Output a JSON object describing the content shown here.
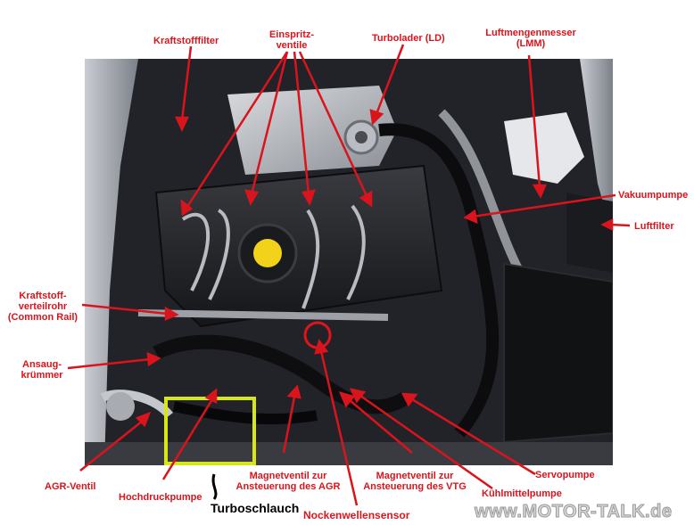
{
  "labels": {
    "kraftstofffilter": "Kraftstofffilter",
    "einspritzventile_1": "Einspritz-",
    "einspritzventile_2": "ventile",
    "turbolader": "Turbolader (LD)",
    "lmm_1": "Luftmengenmesser",
    "lmm_2": "(LMM)",
    "vakuumpumpe": "Vakuumpumpe",
    "luftfilter": "Luftfilter",
    "rail_1": "Kraftstoff-",
    "rail_2": "verteilrohr",
    "rail_3": "(Common Rail)",
    "ansaug_1": "Ansaug-",
    "ansaug_2": "krümmer",
    "agr_ventil": "AGR-Ventil",
    "hochdruckpumpe": "Hochdruckpumpe",
    "turboschlauch": "Turboschlauch",
    "mv_agr_1": "Magnetventil zur",
    "mv_agr_2": "Ansteuerung des AGR",
    "mv_vtg_1": "Magnetventil zur",
    "mv_vtg_2": "Ansteuerung des VTG",
    "nockenwellensensor": "Nockenwellensensor",
    "kuehlmittelpumpe": "Kühlmittelpumpe",
    "servopumpe": "Servopumpe"
  },
  "watermark": "www.MOTOR-TALK.de",
  "colors": {
    "label": "#d9141c",
    "highlight_box": "#d6e619",
    "cap": "#f2d21a"
  }
}
